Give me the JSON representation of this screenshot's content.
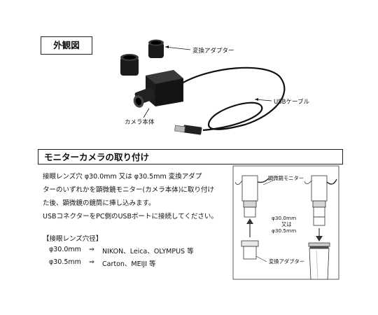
{
  "sections": {
    "exterior_title": "外観図",
    "mount_title": "モニターカメラの取り付け"
  },
  "photo_labels": {
    "adapter": "変換アダプター",
    "usb_cable": "USBケーブル",
    "camera_body": "カメラ本体"
  },
  "instructions": {
    "line1": "接眼レンズ穴 φ30.0mm 又は φ30.5mm 変換アダプ",
    "line2": "ターのいずれかを顕微鏡モニター(カメラ本体)に取り付け",
    "line3": "た後、顕微鏡の鏡筒に挿し込みます。",
    "line4": "USBコネクターをPC側のUSBポートに接続してください。"
  },
  "eyepiece": {
    "heading": "【接眼レンズ穴径】",
    "rows": [
      {
        "size": "φ30.0mm",
        "arrow": "⇒",
        "brands": "NIKON、Leica、OLYMPUS 等"
      },
      {
        "size": "φ30.5mm",
        "arrow": "⇒",
        "brands": "Carton、MEIJI 等"
      }
    ]
  },
  "diagram": {
    "monitor_label": "顕微鏡モニター",
    "size_line1": "φ30.0mm",
    "size_line2": "又は",
    "size_line3": "φ30.5mm",
    "adapter_label": "変換アダプター"
  }
}
